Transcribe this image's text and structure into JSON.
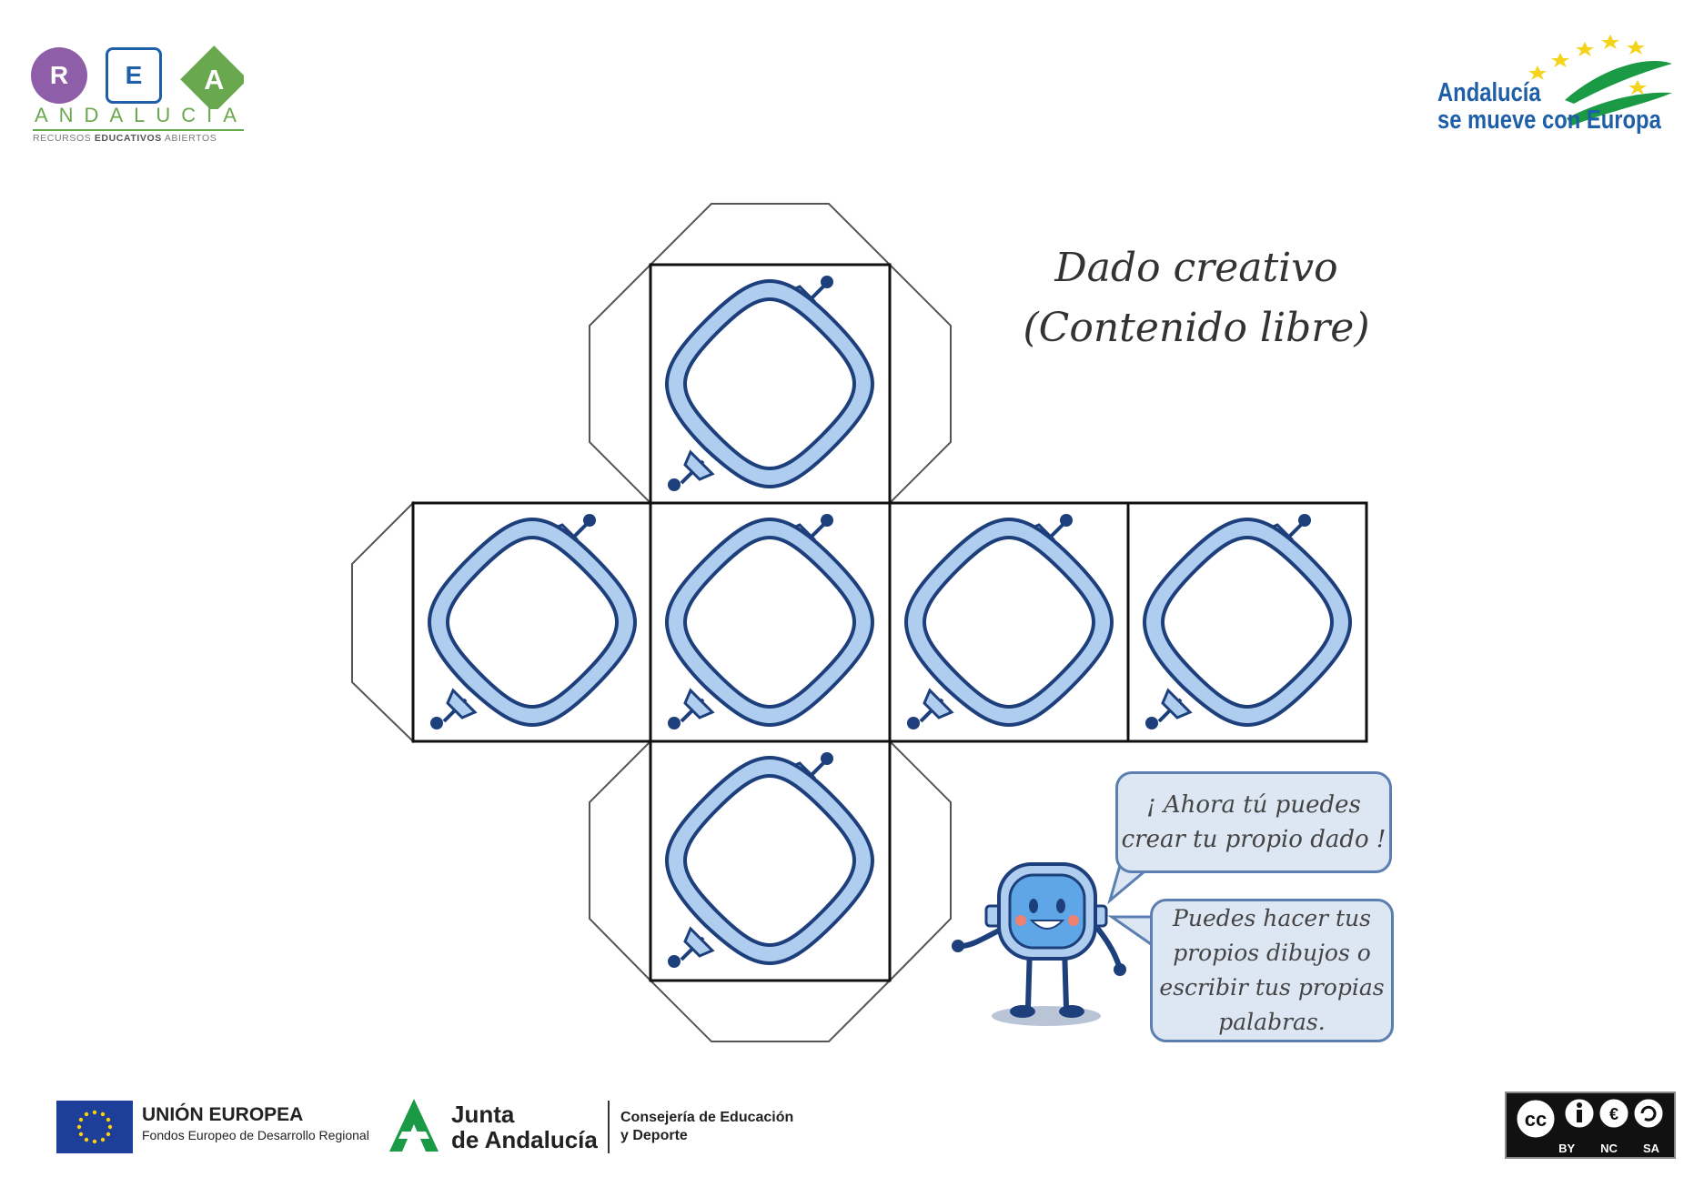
{
  "rea_logo": {
    "letters": [
      "R",
      "E",
      "A"
    ],
    "wordmark": "ANDALUCÍA",
    "tagline_prefix": "RECURSOS ",
    "tagline_bold": "EDUCATIVOS",
    "tagline_suffix": " ABIERTOS"
  },
  "andalucia_logo": {
    "line1": "Andalucía",
    "line2": "se mueve con Europa"
  },
  "title": {
    "line1": "Dado creativo",
    "line2": "(Contenido libre)"
  },
  "bubbles": {
    "first": "¡ Ahora tú puedes crear tu propio dado !",
    "second": "Puedes hacer tus propios dibujos o escribir tus propias palabras."
  },
  "footer": {
    "eu_title": "UNIÓN EUROPEA",
    "eu_subtitle": "Fondos Europeo de Desarrollo Regional",
    "junta_line1": "Junta",
    "junta_line2": "de Andalucía",
    "consejeria_line1": "Consejería de Educación",
    "consejeria_line2": "y Deporte",
    "cc_labels": [
      "BY",
      "NC",
      "SA"
    ]
  },
  "colors": {
    "frame_fill": "#aecdef",
    "frame_stroke": "#1d3f7c",
    "rea_purple": "#8e5ea8",
    "rea_blue": "#1f5fa8",
    "rea_green": "#6aa84f",
    "junta_green": "#1a9a45"
  }
}
